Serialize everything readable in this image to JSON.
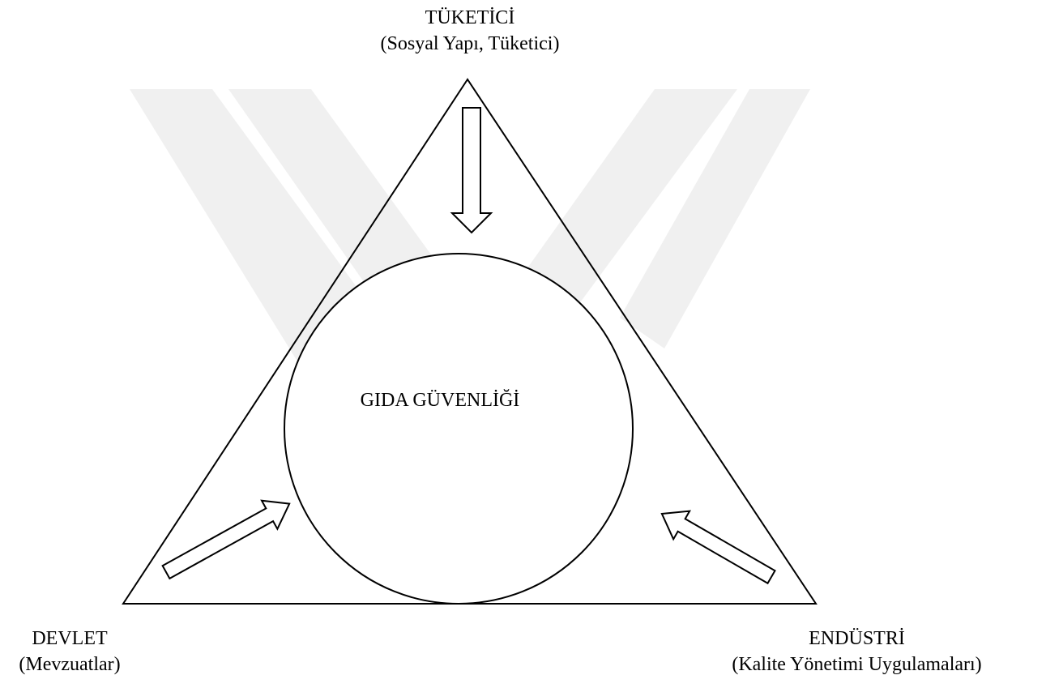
{
  "center": {
    "title": "GIDA GÜVENLİĞİ"
  },
  "top": {
    "title": "TÜKETİCİ",
    "subtitle": "(Sosyal Yapı, Tüketici)"
  },
  "left": {
    "title": "DEVLET",
    "subtitle": "(Mevzuatlar)"
  },
  "right": {
    "title": "ENDÜSTRİ",
    "subtitle": "(Kalite Yönetimi Uygulamaları)"
  },
  "colors": {
    "stroke": "#000000",
    "fill": "#ffffff",
    "watermark": "#f0f0f0"
  }
}
